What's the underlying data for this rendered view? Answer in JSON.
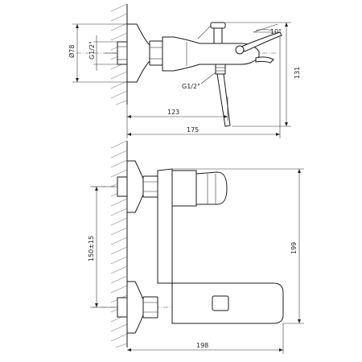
{
  "side_view": {
    "dim_diameter": "Ø78",
    "dim_thread_inlet": "G1/2\"",
    "dim_angle": "10°",
    "dim_thread_outlet": "G1/2\"",
    "dim_height": "131",
    "dim_spout_reach": "123",
    "dim_total_depth": "175"
  },
  "front_view": {
    "dim_center_distance": "150±15",
    "dim_height": "199",
    "dim_width": "198"
  }
}
